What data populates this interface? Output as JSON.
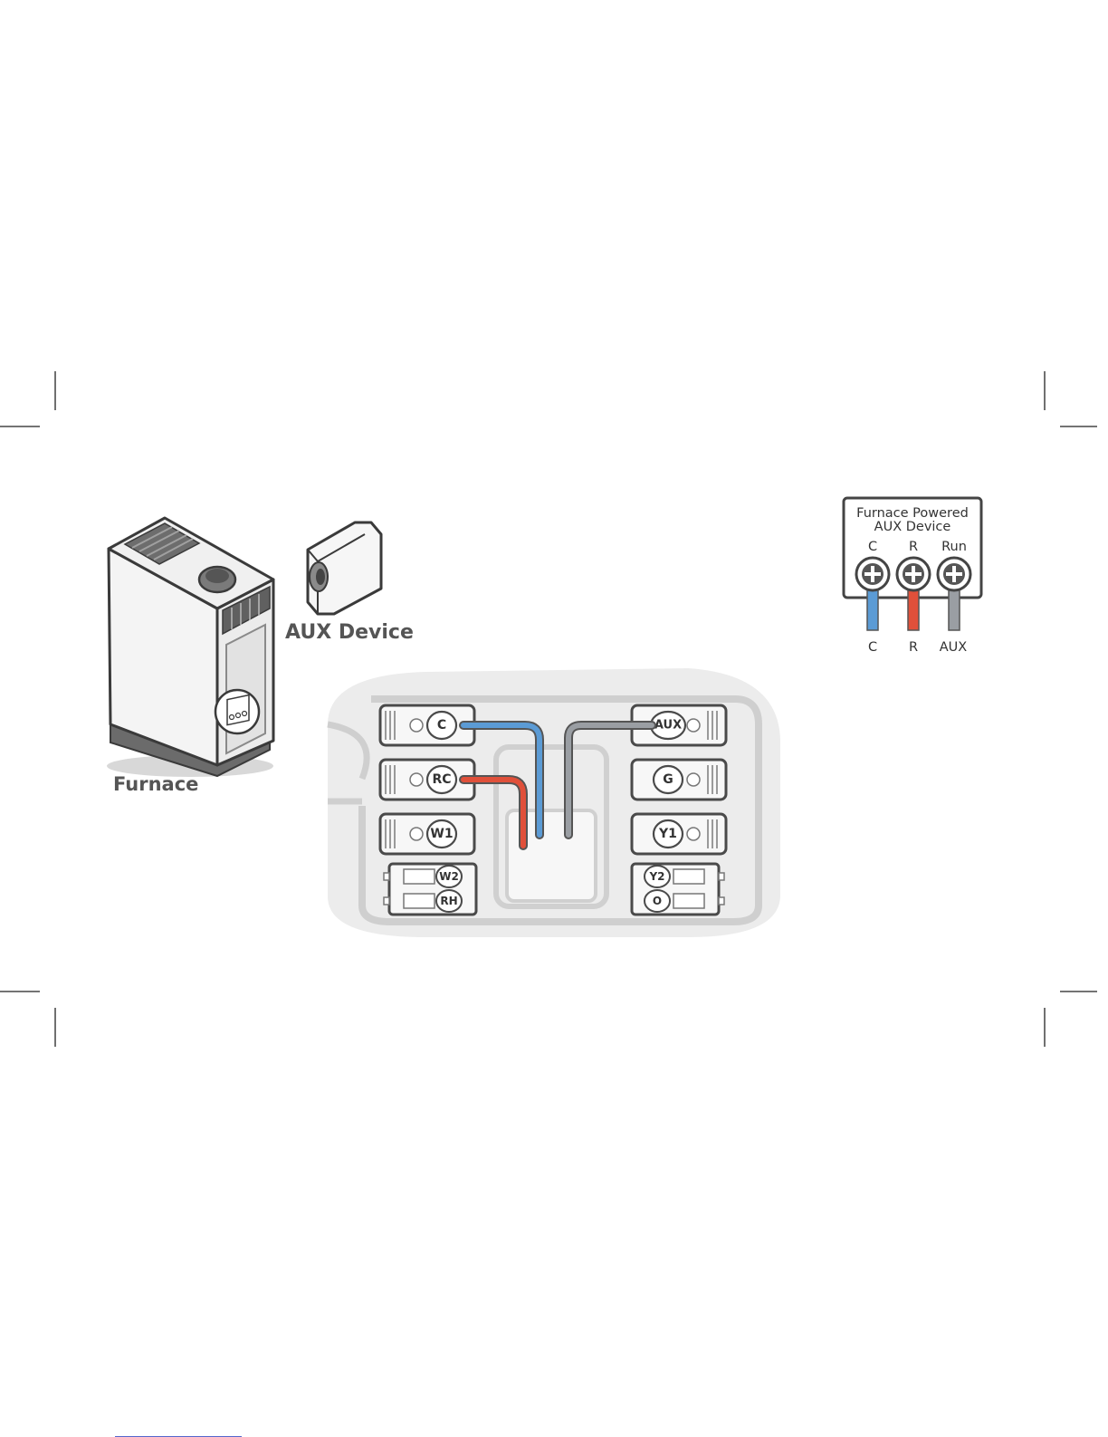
{
  "labels": {
    "aux_device": "AUX Device",
    "furnace": "Furnace"
  },
  "aux_box": {
    "title_line1": "Furnace Powered",
    "title_line2": "AUX Device",
    "top_labels": [
      "C",
      "R",
      "Run"
    ],
    "bottom_labels": [
      "C",
      "R",
      "AUX"
    ]
  },
  "terminals": {
    "left": [
      "C",
      "RC",
      "W1"
    ],
    "left_pair": [
      "W2",
      "RH"
    ],
    "right": [
      "AUX",
      "G",
      "Y1"
    ],
    "right_pair": [
      "Y2",
      "O"
    ]
  },
  "colors": {
    "wire_c": "#5b9bd5",
    "wire_r": "#e0503a",
    "wire_aux": "#9a9ea3",
    "outline": "#4a4a4a"
  }
}
